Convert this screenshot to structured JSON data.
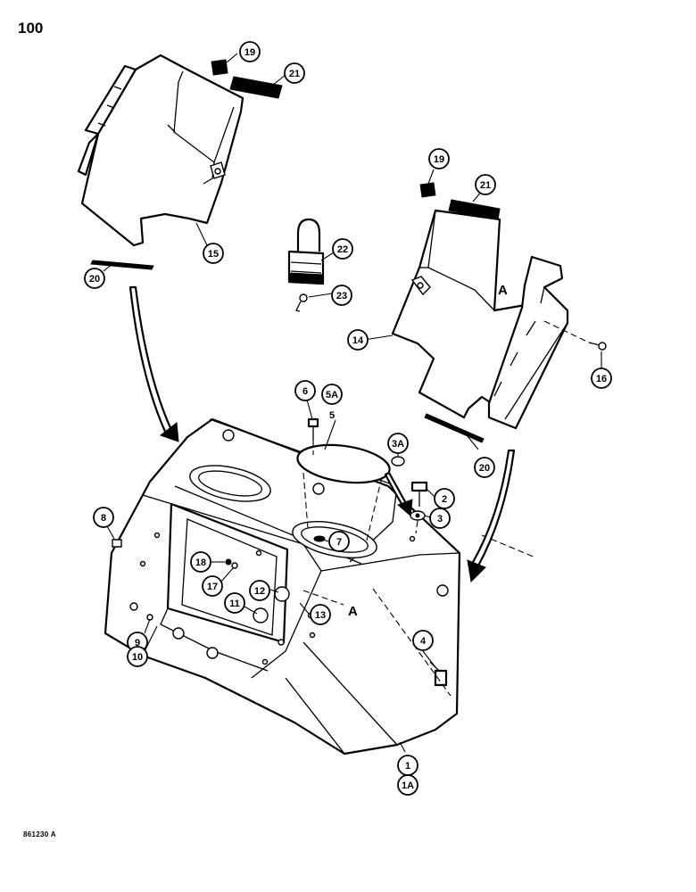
{
  "page_number": "100",
  "figure_code": "861230 A",
  "reference_letter": "A",
  "callouts": [
    "19",
    "21",
    "15",
    "20",
    "22",
    "23",
    "19",
    "21",
    "14",
    "16",
    "20",
    "6",
    "5A",
    "5",
    "3A",
    "2",
    "3",
    "8",
    "7",
    "18",
    "17",
    "12",
    "11",
    "13",
    "9",
    "10",
    "4",
    "1",
    "1A"
  ]
}
